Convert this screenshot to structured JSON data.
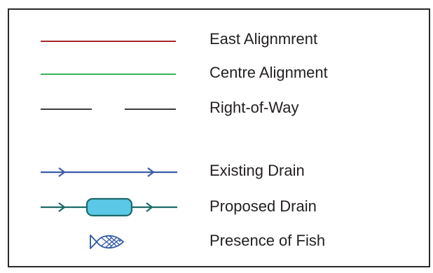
{
  "legend": {
    "items": [
      {
        "label": "East Alignmrent",
        "symbol": "solid-line",
        "color": "#a62a2a"
      },
      {
        "label": "Centre Alignment",
        "symbol": "solid-line",
        "color": "#3cb35a"
      },
      {
        "label": "Right-of-Way",
        "symbol": "broken-line",
        "color": "#3d3d3d"
      },
      {
        "label": "Existing Drain",
        "symbol": "line-with-arrows",
        "color": "#3a5da8"
      },
      {
        "label": "Proposed Drain",
        "symbol": "line-with-arrows-and-culvert",
        "color": "#1e6a6a",
        "fill": "#5bc8e8"
      },
      {
        "label": "Presence of Fish",
        "symbol": "fish-icon",
        "color": "#2e57a4"
      }
    ]
  }
}
